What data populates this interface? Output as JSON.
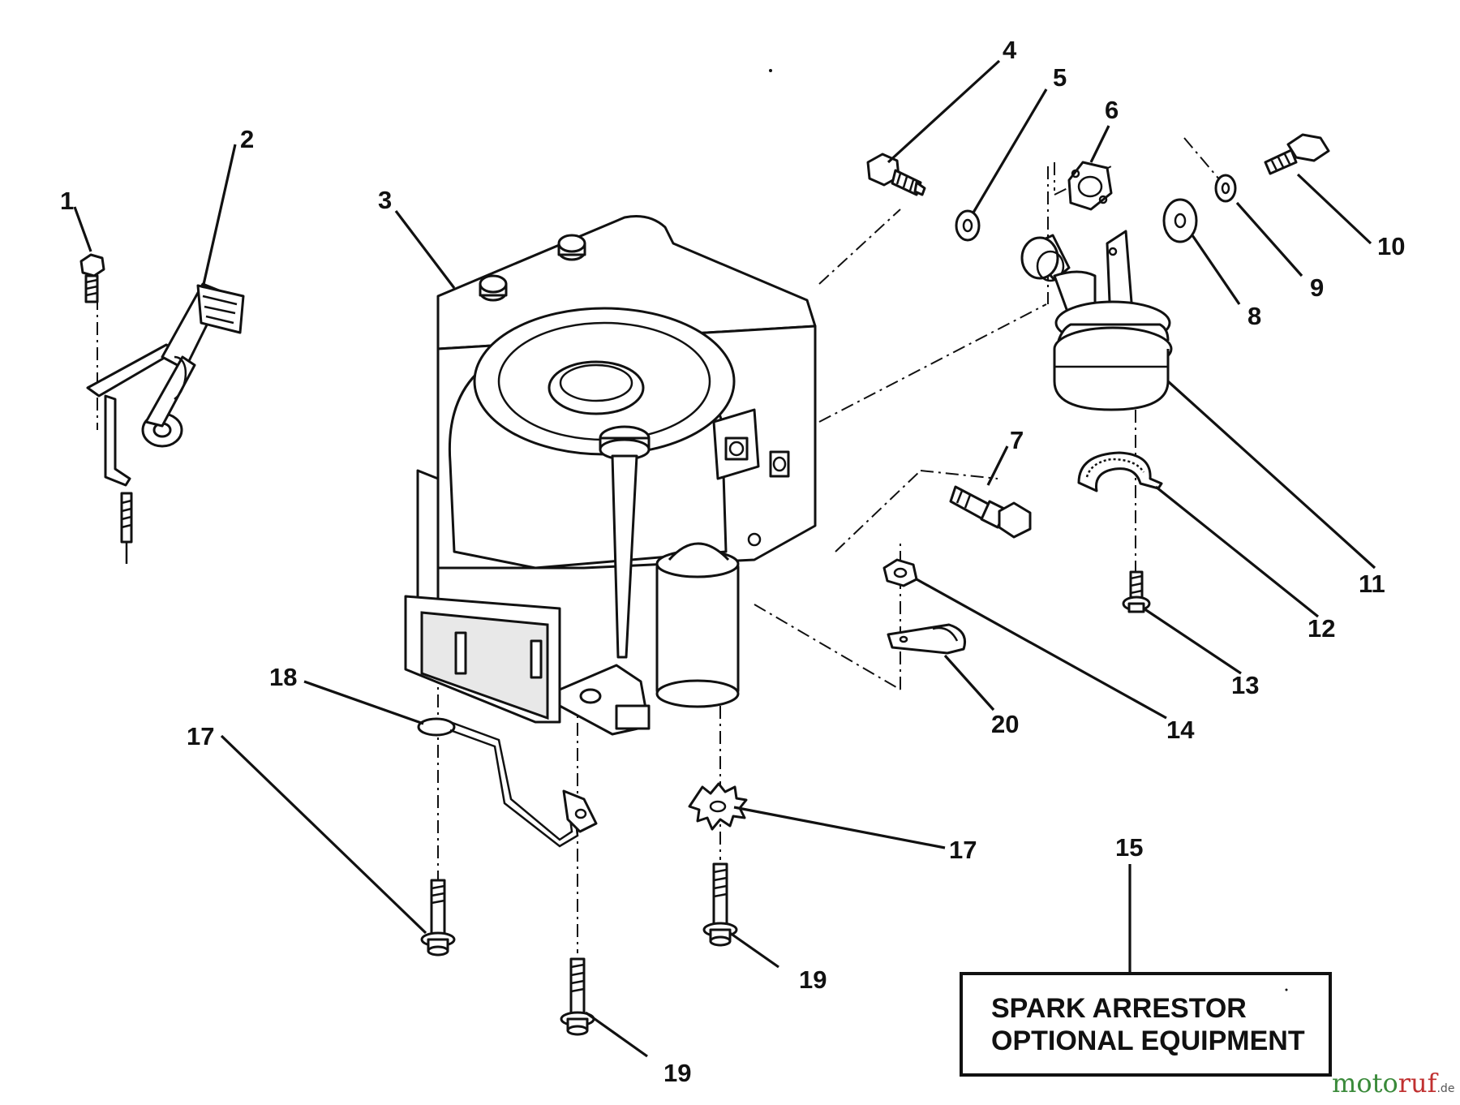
{
  "callouts": [
    {
      "id": "1",
      "text": "1"
    },
    {
      "id": "2",
      "text": "2"
    },
    {
      "id": "3",
      "text": "3"
    },
    {
      "id": "4",
      "text": "4"
    },
    {
      "id": "5",
      "text": "5"
    },
    {
      "id": "6",
      "text": "6"
    },
    {
      "id": "7",
      "text": "7"
    },
    {
      "id": "8",
      "text": "8"
    },
    {
      "id": "9",
      "text": "9"
    },
    {
      "id": "10",
      "text": "10"
    },
    {
      "id": "11",
      "text": "11"
    },
    {
      "id": "12",
      "text": "12"
    },
    {
      "id": "13",
      "text": "13"
    },
    {
      "id": "14",
      "text": "14"
    },
    {
      "id": "15",
      "text": "15"
    },
    {
      "id": "17a",
      "text": "17"
    },
    {
      "id": "17b",
      "text": "17"
    },
    {
      "id": "18",
      "text": "18"
    },
    {
      "id": "19a",
      "text": "19"
    },
    {
      "id": "19b",
      "text": "19"
    },
    {
      "id": "20",
      "text": "20"
    }
  ],
  "note_box": {
    "line1": "SPARK ARRESTOR",
    "line2": "OPTIONAL EQUIPMENT"
  },
  "watermark": {
    "part1": "moto",
    "part2": "ruf",
    "suffix": ".de"
  }
}
